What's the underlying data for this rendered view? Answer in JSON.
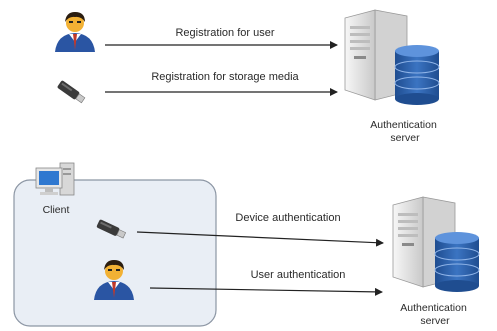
{
  "top": {
    "arrows": [
      {
        "label": "Registration for user"
      },
      {
        "label": "Registration for storage media"
      }
    ],
    "server_label": [
      "Authentication",
      "server"
    ]
  },
  "bottom": {
    "client_label": "Client",
    "arrows": [
      {
        "label": "Device authentication"
      },
      {
        "label": "User authentication"
      }
    ],
    "server_label": [
      "Authentication",
      "server"
    ]
  },
  "colors": {
    "client_box_fill": "#e9eef5",
    "client_box_stroke": "#8c96a4",
    "database": "#2f62a8",
    "server_body": "#ececec",
    "user_shirt": "#2a55a3",
    "user_skin": "#f2b134"
  },
  "icons": {
    "user": "user-icon",
    "usb": "usb-drive-icon",
    "server": "server-icon",
    "database": "database-icon",
    "computer": "computer-icon"
  }
}
